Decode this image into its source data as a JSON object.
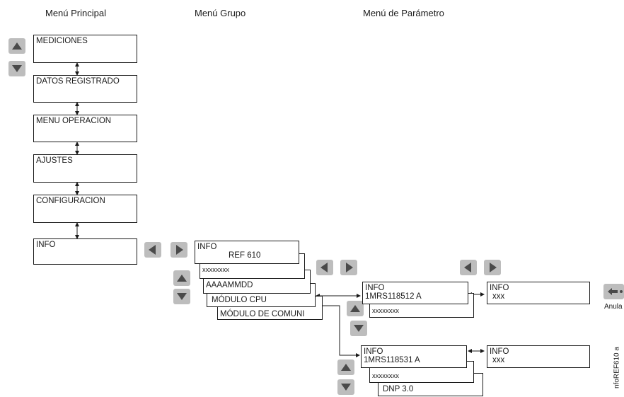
{
  "headers": {
    "main": "Menú Principal",
    "group": "Menú Grupo",
    "parameter": "Menú de Parámetro"
  },
  "main_menu": {
    "items": [
      "MEDICIONES",
      "DATOS REGISTRADO",
      "MENU OPERACION",
      "AJUSTES",
      "CONFIGURACION",
      "INFO"
    ]
  },
  "group_menu": {
    "title": "INFO",
    "subtitle": "REF 610",
    "items": [
      "xxxxxxxx",
      "AAAAMMDD",
      "MÓDULO CPU",
      "MÓDULO DE COMUNI"
    ]
  },
  "param_cpu": {
    "title": "INFO",
    "code": "1MRS118512 A",
    "back": "xxxxxxxx",
    "info_title": "INFO",
    "info_value": "xxx"
  },
  "param_comm": {
    "title": "INFO",
    "code": "1MRS118531 A",
    "mid": "xxxxxxxx",
    "back": "DNP 3.0",
    "info_title": "INFO",
    "info_value": "xxx"
  },
  "cancel_label": "Anula",
  "figure_id": "nfoREF610 a",
  "icons": {
    "up": "arrow-up-icon",
    "down": "arrow-down-icon",
    "left": "arrow-left-icon",
    "right": "arrow-right-icon",
    "cancel": "cancel-back-icon"
  },
  "colors": {
    "button": "#bdbdbd",
    "glyph": "#4a4a4a",
    "line": "#1a1a1a"
  }
}
